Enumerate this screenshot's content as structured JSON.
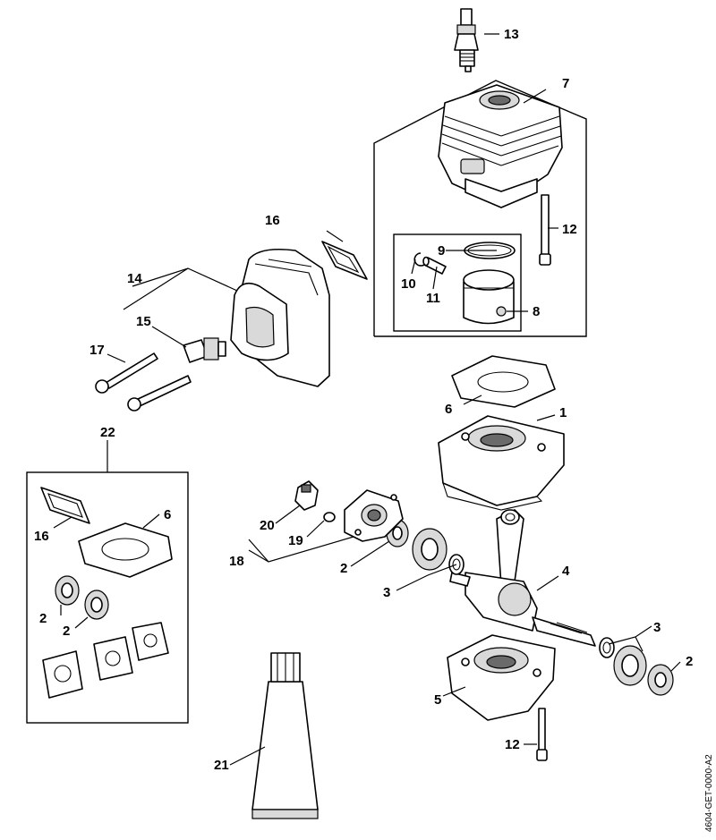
{
  "callouts": {
    "c1": "1",
    "c2a": "2",
    "c2b": "2",
    "c2c": "2",
    "c2d": "2",
    "c3a": "3",
    "c3b": "3",
    "c4": "4",
    "c5": "5",
    "c6a": "6",
    "c6b": "6",
    "c7": "7",
    "c8": "8",
    "c9": "9",
    "c10": "10",
    "c11": "11",
    "c12a": "12",
    "c12b": "12",
    "c13": "13",
    "c14": "14",
    "c15": "15",
    "c16a": "16",
    "c16b": "16",
    "c17": "17",
    "c18": "18",
    "c19": "19",
    "c20": "20",
    "c21": "21",
    "c22": "22"
  },
  "document_id": "4604-GET-0000-A2"
}
